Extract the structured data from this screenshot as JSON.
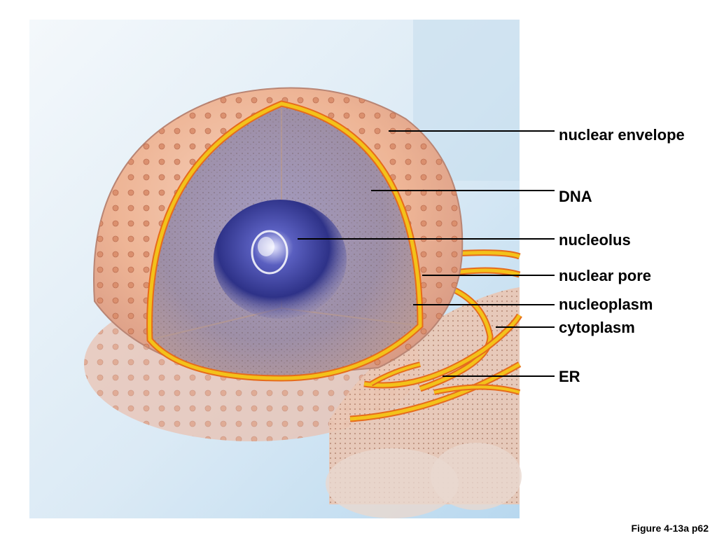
{
  "labels": {
    "nuclear_envelope": "nuclear envelope",
    "dna": "DNA",
    "nucleolus": "nucleolus",
    "nuclear_pore": "nuclear pore",
    "nucleoplasm": "nucleoplasm",
    "cytoplasm": "cytoplasm",
    "er": "ER"
  },
  "caption": "Figure 4-13a p62",
  "colors": {
    "envelope": "#e3a285",
    "membrane_yellow": "#f3c21a",
    "membrane_orange": "#e66b1c",
    "nucleolus": "#3b3f9c",
    "interior": "#8f83a8",
    "background_blue": "#cfe6f5",
    "leader_line": "#000000"
  }
}
